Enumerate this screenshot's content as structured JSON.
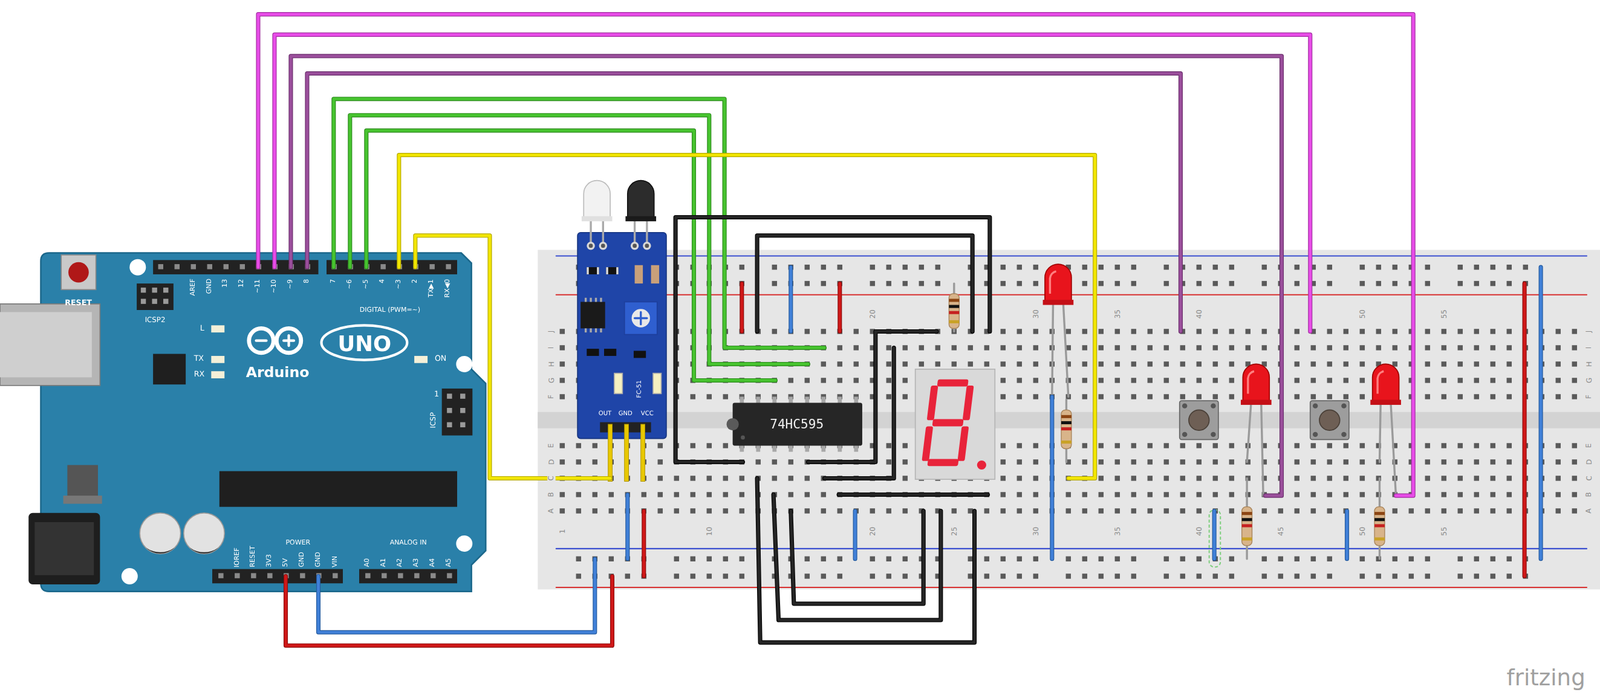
{
  "diagram": {
    "nodes": [
      {
        "text": [
          "RESET",
          "AREF",
          "GND",
          "13",
          "12",
          "~11",
          "~10",
          "~9",
          "8",
          "7",
          "~6",
          "~5",
          "4",
          "~3",
          "2",
          "TX▶1",
          "RX◀0",
          "ICSP2",
          "DIGITAL (PWM=~)",
          "L",
          "UNO",
          "TX",
          "Arduino",
          "ON",
          "RX",
          "1",
          "ICSP",
          "IOREF",
          "RESET",
          "3V3",
          "5V",
          "GND",
          "GND",
          "VIN",
          "POWER",
          "ANALOG IN",
          "A0",
          "A1",
          "A2",
          "A3",
          "A4",
          "A5"
        ]
      },
      {
        "text": [
          "FC-51",
          "OUT",
          "GND",
          "VCC"
        ]
      },
      {
        "text": [
          "74HC595"
        ]
      }
    ],
    "labels": [
      "20",
      "30",
      "35",
      "40",
      "50",
      "55",
      "J",
      "I",
      "H",
      "G",
      "F",
      "E",
      "D",
      "C",
      "B",
      "A",
      "J",
      "I",
      "H",
      "G",
      "F",
      "E",
      "D",
      "C",
      "B",
      "A",
      "1",
      "10",
      "20",
      "25",
      "30",
      "35",
      "40",
      "45",
      "50",
      "55",
      "fritzing"
    ]
  }
}
